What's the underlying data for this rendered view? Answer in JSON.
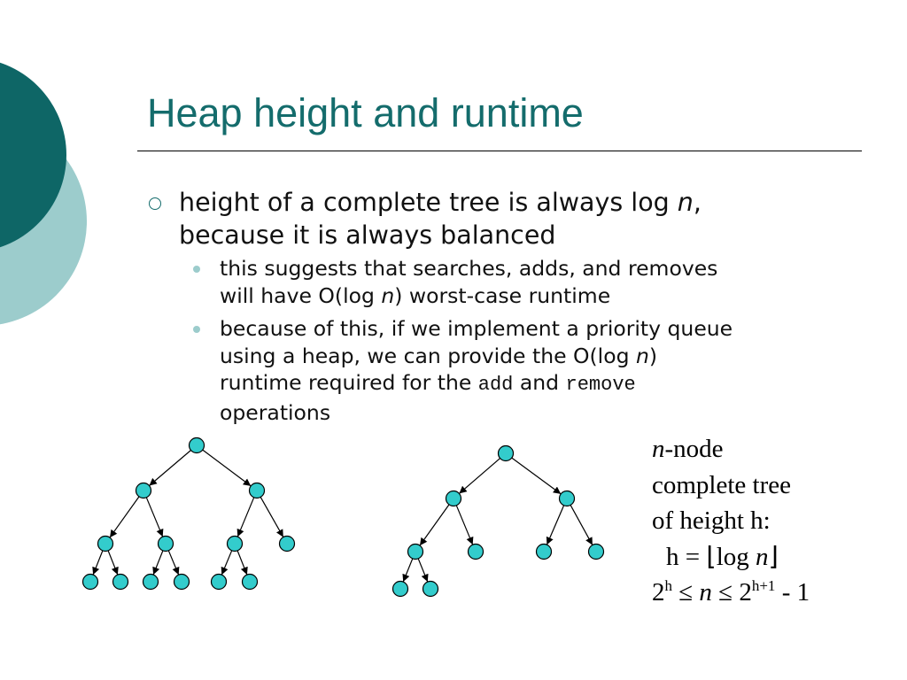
{
  "slide": {
    "title": "Heap height and runtime",
    "bullets": [
      {
        "text_a": "height of a complete tree is always log ",
        "text_var": "n",
        "text_b": ",",
        "text_c": "because it is always balanced",
        "children": [
          {
            "text_a": "this suggests that searches, adds, and removes",
            "text_b": "will have O(log ",
            "text_var": "n",
            "text_c": ") worst-case runtime"
          },
          {
            "text_a": "because of this, if we implement a priority queue",
            "text_b": "using a heap, we can provide the O(log ",
            "text_var": "n",
            "text_c": ")",
            "text_d": "runtime required for the ",
            "code_1": "add",
            "text_e": " and ",
            "code_2": "remove",
            "text_f": "operations"
          }
        ]
      }
    ],
    "note": {
      "line1_var": "n",
      "line1_text": "-node",
      "line2": "complete tree",
      "line3": "of height h:",
      "line4_a": "h = ",
      "line4_floor_l": "⌊",
      "line4_b": "log ",
      "line4_var": "n",
      "line4_floor_r": "⌋",
      "line5_a": "2",
      "line5_sup1": "h",
      "line5_b": " ≤ ",
      "line5_var": "n",
      "line5_c": " ≤ 2",
      "line5_sup2": "h+1",
      "line5_d": " - 1"
    }
  },
  "colors": {
    "title": "#146c6c",
    "decor_dark": "#0e6666",
    "decor_light": "#9ccccc",
    "node_fill": "#33cccc"
  }
}
